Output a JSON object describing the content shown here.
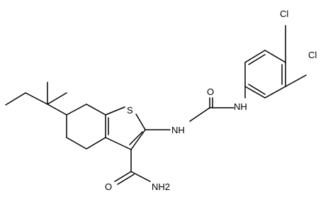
{
  "structure": {
    "atoms": {
      "s1": "S",
      "nh_ring": "NH",
      "nh_aryl": "NH",
      "o_urea": "O",
      "o_amide": "O",
      "nh2": "NH2",
      "cl_para": "Cl",
      "cl_meta": "Cl"
    }
  },
  "colors": {
    "bond": "#000000",
    "label": "#000000",
    "background": "#ffffff"
  }
}
